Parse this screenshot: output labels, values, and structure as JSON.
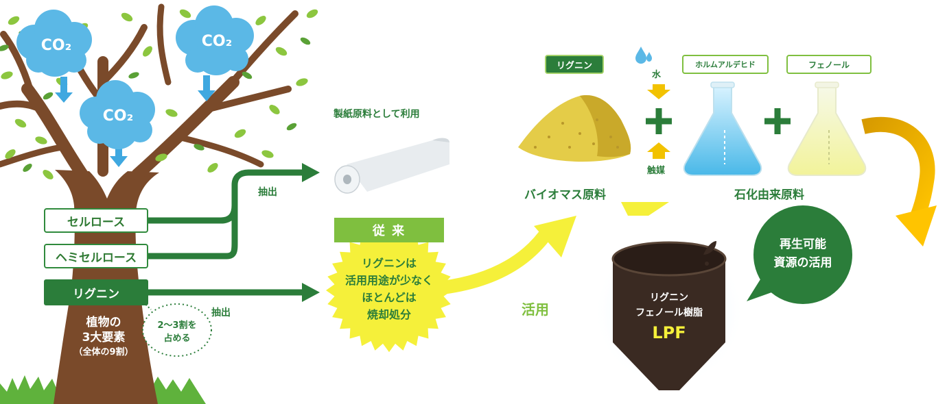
{
  "tree": {
    "co2_labels": [
      "CO₂",
      "CO₂",
      "CO₂"
    ],
    "components": [
      "セルロース",
      "ヘミセルロース",
      "リグニン"
    ],
    "caption_lines": [
      "植物の",
      "3大要素",
      "（全体の9割）"
    ],
    "ratio_lines": [
      "2〜3割を",
      "占める"
    ]
  },
  "extraction": {
    "label_top": "抽出",
    "label_bottom": "抽出",
    "paper_use": "製紙原料として利用"
  },
  "conventional": {
    "header": "従 来",
    "lines": [
      "リグニンは",
      "活用用途が少なく",
      "ほとんどは",
      "焼却処分"
    ]
  },
  "utilize_label": "活用",
  "biomass": {
    "tag": "リグニン",
    "label": "バイオマス原料",
    "water": "水",
    "catalyst": "触媒"
  },
  "petro": {
    "tag1": "ホルムアルデヒド",
    "tag2": "フェノール",
    "label": "石化由来原料"
  },
  "renewable": {
    "lines": [
      "再生可能",
      "資源の活用"
    ]
  },
  "lpf": {
    "lines": [
      "リグニン",
      "フェノール樹脂"
    ],
    "code": "LPF"
  },
  "colors": {
    "green": "#2b7d3a",
    "green_light": "#7fbf3f",
    "yellow": "#f5f03a",
    "gold": "#e6a500",
    "tree_brown": "#7a4a2a",
    "cloud_blue": "#5bb8e6",
    "dark_resin": "#3a2a22"
  }
}
